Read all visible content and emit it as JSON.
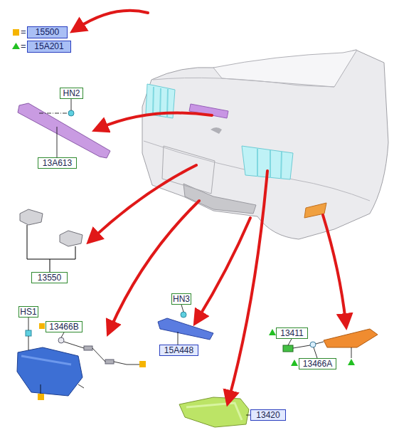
{
  "diagram": {
    "nodes": [
      {
        "text": [
          "15500"
        ]
      },
      {
        "text": [
          "15A201"
        ]
      },
      {
        "text": [
          "HN2"
        ]
      },
      {
        "text": [
          "13A613"
        ]
      },
      {
        "text": [
          "13550"
        ]
      },
      {
        "text": [
          "HS1"
        ]
      },
      {
        "text": [
          "13466B"
        ]
      },
      {
        "text": [
          "HN3"
        ]
      },
      {
        "text": [
          "15A448"
        ]
      },
      {
        "text": [
          "13411"
        ]
      },
      {
        "text": [
          "13466A"
        ]
      },
      {
        "text": [
          "13420"
        ]
      }
    ],
    "labels": [
      "=",
      "="
    ]
  }
}
